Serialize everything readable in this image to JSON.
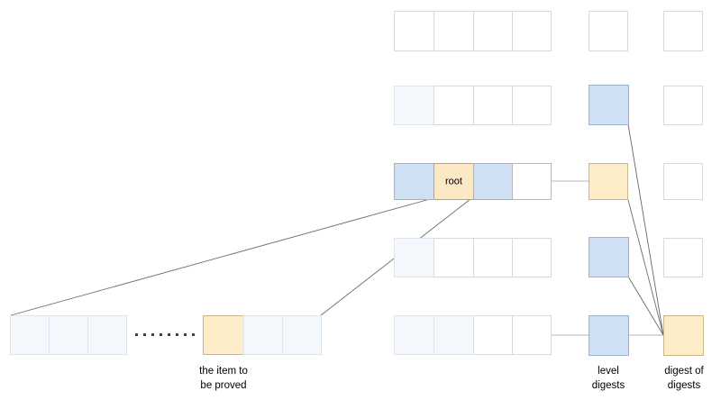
{
  "diagram": {
    "title": "merkle-level-digest-proof-diagram",
    "colors": {
      "cell_blue_light": "#f4f8fd",
      "cell_blue_mid": "#cfe0f5",
      "cell_tan": "#fcecc8",
      "cell_white": "#ffffff",
      "border_light": "#d9d9d9",
      "border_dark": "#9bb4cf",
      "line": "#6b6b6b"
    },
    "labels": {
      "root": "root",
      "item_to_be_proved": "the item to\nbe proved",
      "level_digests": "level\ndigests",
      "digest_of_digests": "digest of\ndigests"
    },
    "ellipsis": {
      "dot_count": 8,
      "meaning": "omitted-cells"
    },
    "right_rows": [
      {
        "name": "row-top",
        "cells": [
          "white",
          "white",
          "white",
          "white"
        ],
        "level_digest": "white",
        "outer_box": "white"
      },
      {
        "name": "row-second",
        "cells": [
          "blue-light",
          "white",
          "white",
          "white"
        ],
        "level_digest": "blue-mid",
        "outer_box": "white"
      },
      {
        "name": "row-root",
        "cells": [
          "blue-mid",
          "tan-root",
          "blue-mid",
          "white"
        ],
        "cell_text": [
          "",
          "root",
          "",
          ""
        ],
        "level_digest": "tan",
        "outer_box": "white"
      },
      {
        "name": "row-fourth",
        "cells": [
          "blue-light",
          "white",
          "white",
          "white"
        ],
        "level_digest": "blue-mid",
        "outer_box": "white"
      },
      {
        "name": "row-bottom",
        "cells": [
          "blue-light",
          "blue-light",
          "white",
          "white"
        ],
        "level_digest": "blue-mid",
        "outer_box": "tan"
      }
    ],
    "bottom_left_row": {
      "name": "leaf-row",
      "cells_before_gap": [
        "blue-light",
        "blue-light",
        "blue-light"
      ],
      "cells_after_gap": [
        "tan-item",
        "blue-light",
        "blue-light"
      ]
    }
  }
}
